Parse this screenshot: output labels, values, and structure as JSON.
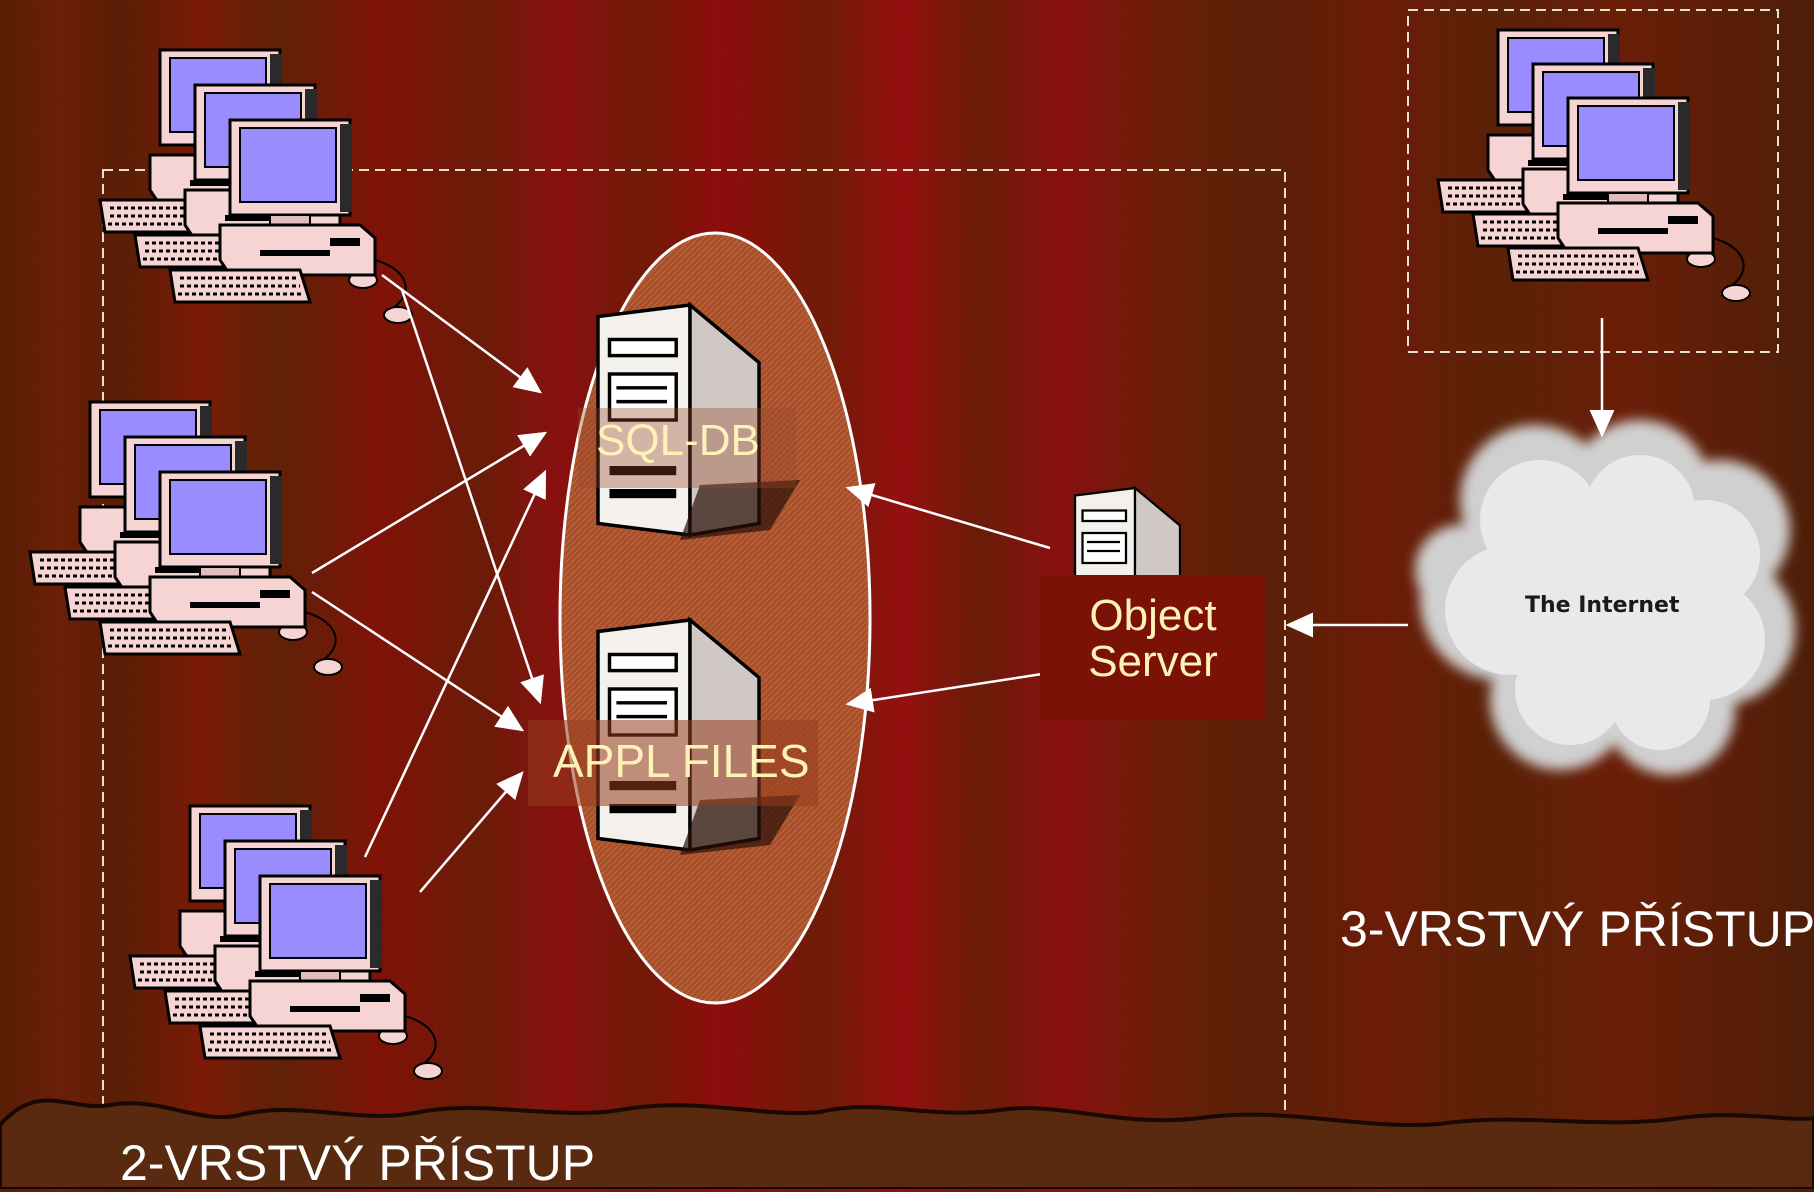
{
  "labels": {
    "sql_db": "SQL-DB",
    "appl_files": "APPL FILES",
    "object_server_line1": "Object",
    "object_server_line2": "Server",
    "internet": "The Internet",
    "two_tier": "2-VRSTVÝ PŘÍSTUP",
    "three_tier": "3-VRSTVÝ PŘÍSTUP"
  },
  "icons": {
    "workstation_group": "computer-stack-icon",
    "server": "server-tower-icon",
    "cloud": "cloud-icon"
  },
  "colors": {
    "screen": "#9a8cff",
    "case": "#f6d4d4",
    "label_text": "#fff2b8",
    "caption_text": "#ffffff",
    "arrow": "#ffffff",
    "ellipse_fill": "#a8502c",
    "label_box": "#7a1208"
  }
}
